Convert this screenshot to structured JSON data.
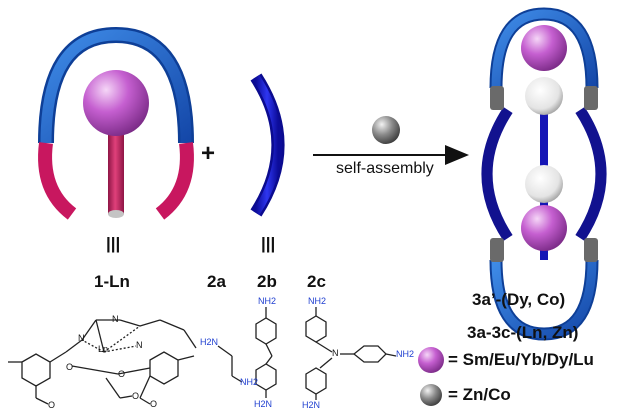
{
  "labels": {
    "plus": "+",
    "arrow_caption": "self-assembly",
    "compound_1": "1-Ln",
    "equiv_symbol": "|||",
    "ligand_a": "2a",
    "ligand_b": "2b",
    "ligand_c": "2c",
    "product_co": "3a’-(Dy, Co)",
    "product_zn": "3a-3c-(Ln, Zn)",
    "legend_ln": "= Sm/Eu/Yb/Dy/Lu",
    "legend_tm": "= Zn/Co"
  },
  "chem": {
    "ln_center": "Ln",
    "n1": "N",
    "n2": "N",
    "n3": "N",
    "o1": "O",
    "o2": "O",
    "o3": "O",
    "o4": "O",
    "o5": "O",
    "a_nh2_top": "H2N",
    "a_nh2_bottom": "NH2",
    "b_nh2_top": "NH2",
    "b_nh2_bottom": "H2N",
    "c_nh2_top": "NH2",
    "c_nh2_right": "NH2",
    "c_nh2_bottom": "H2N",
    "c_n": "N"
  },
  "colors": {
    "blue_arc": "#1a62c8",
    "crimson_arc": "#c8175f",
    "ligand_blue": "#1a1ad0",
    "lanthanide": "#c55fd0",
    "transition_metal": "#8a8a8a",
    "chem_blue": "#1f3fd0"
  }
}
